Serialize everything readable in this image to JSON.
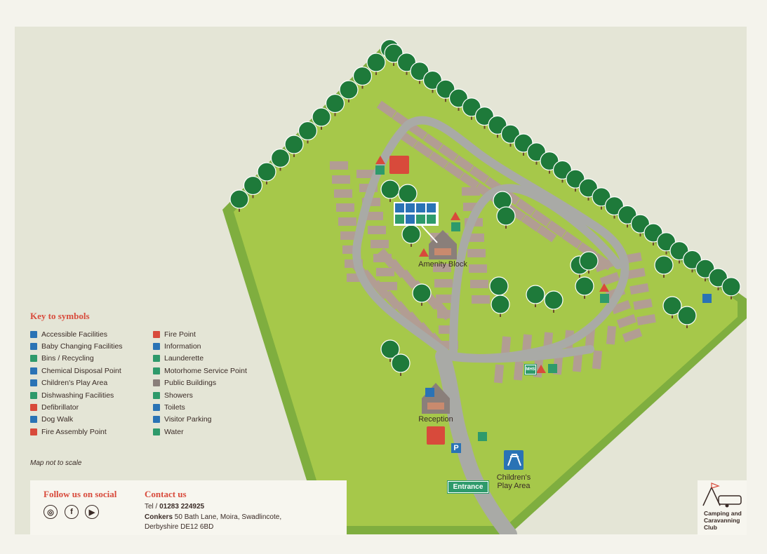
{
  "map": {
    "labels": {
      "amenity_block": "Amenity Block",
      "reception": "Reception",
      "childrens_play_area_line1": "Children's",
      "childrens_play_area_line2": "Play Area",
      "entrance": "Entrance",
      "mhs": "MHS",
      "parking": "P"
    },
    "colors": {
      "grass_light": "#a6c84a",
      "grass_border": "#7fae3f",
      "road": "#a9aaa6",
      "pitch": "#b29d93",
      "tree": "#1e7a3a",
      "fire_red": "#d84a3b",
      "info_blue": "#2a73b5",
      "green_icon": "#2e9a6b"
    }
  },
  "key": {
    "title": "Key to symbols",
    "items_left": [
      {
        "label": "Accessible Facilities",
        "icon": "accessible-icon",
        "color": "#2a73b5"
      },
      {
        "label": "Baby Changing Facilities",
        "icon": "baby-changing-icon",
        "color": "#2a73b5"
      },
      {
        "label": "Bins / Recycling",
        "icon": "bins-icon",
        "color": "#2e9a6b"
      },
      {
        "label": "Chemical Disposal Point",
        "icon": "chemical-disposal-icon",
        "color": "#2a73b5"
      },
      {
        "label": "Children's Play Area",
        "icon": "play-area-icon",
        "color": "#2a73b5"
      },
      {
        "label": "Dishwashing Facilities",
        "icon": "dishwashing-icon",
        "color": "#2e9a6b"
      },
      {
        "label": "Defibrillator",
        "icon": "defibrillator-icon",
        "color": "#d84a3b"
      },
      {
        "label": "Dog Walk",
        "icon": "dog-walk-icon",
        "color": "#2a73b5"
      },
      {
        "label": "Fire Assembly Point",
        "icon": "fire-assembly-icon",
        "color": "#d84a3b"
      }
    ],
    "items_right": [
      {
        "label": "Fire Point",
        "icon": "fire-point-icon",
        "color": "#d84a3b"
      },
      {
        "label": "Information",
        "icon": "information-icon",
        "color": "#2a73b5"
      },
      {
        "label": "Launderette",
        "icon": "launderette-icon",
        "color": "#2e9a6b"
      },
      {
        "label": "Motorhome Service Point",
        "icon": "motorhome-service-icon",
        "color": "#2e9a6b"
      },
      {
        "label": "Public Buildings",
        "icon": "public-building-icon",
        "color": "#8a7f7a"
      },
      {
        "label": "Showers",
        "icon": "showers-icon",
        "color": "#2e9a6b"
      },
      {
        "label": "Toilets",
        "icon": "toilets-icon",
        "color": "#2a73b5"
      },
      {
        "label": "Visitor Parking",
        "icon": "parking-icon",
        "color": "#2a73b5"
      },
      {
        "label": "Water",
        "icon": "water-icon",
        "color": "#2e9a6b"
      }
    ],
    "note": "Map not to scale"
  },
  "footer": {
    "social_title": "Follow us on social",
    "social": [
      "instagram-icon",
      "facebook-icon",
      "youtube-icon"
    ],
    "contact_title": "Contact us",
    "tel_label": "Tel /",
    "tel": "01283 224925",
    "site_name": "Conkers",
    "address_line1": "50 Bath Lane, Moira, Swadlincote,",
    "address_line2": "Derbyshire DE12 6BD"
  },
  "logo": {
    "line1": "Camping and",
    "line2": "Caravanning",
    "line3": "Club"
  }
}
